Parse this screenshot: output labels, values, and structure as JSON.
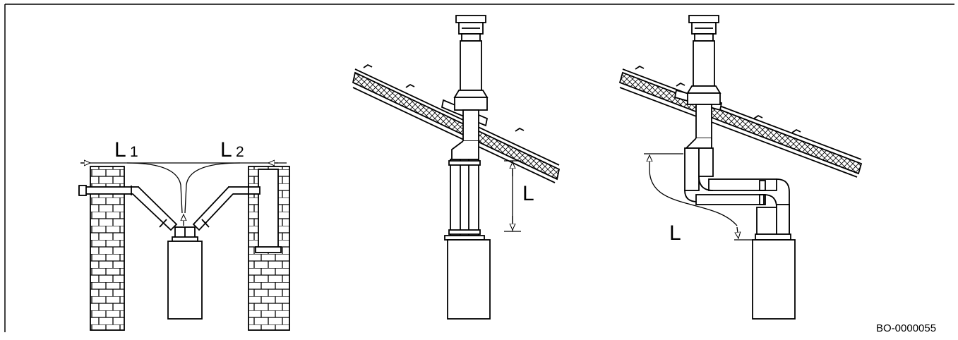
{
  "labels": {
    "left_length_main": "L",
    "left_length_index": "1",
    "right_length_main": "L",
    "right_length_index": "2",
    "middle_length": "L",
    "right_diagram_length": "L"
  },
  "reference_code": "BO-0000055"
}
